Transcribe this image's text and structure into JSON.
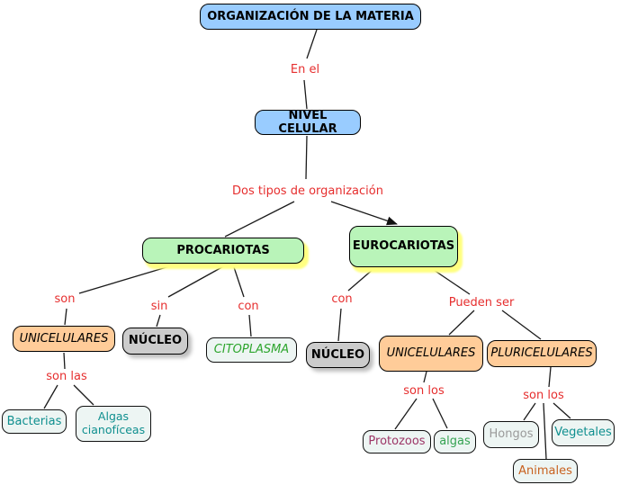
{
  "diagram_title": "ORGANIZACIÓN DE LA MATERIA",
  "nodes": {
    "organizacion_materia": {
      "label": "ORGANIZACIÓN DE LA MATERIA"
    },
    "nivel_celular": {
      "label": "NIVEL CELULAR"
    },
    "procariotas": {
      "label": "PROCARIOTAS"
    },
    "eurocariotas": {
      "label": "EUROCARIOTAS"
    },
    "unicelulares_proc": {
      "label": "UNICELULARES"
    },
    "nucleo_proc": {
      "label": "NÚCLEO"
    },
    "citoplasma": {
      "label": "CITOPLASMA"
    },
    "nucleo_euc": {
      "label": "NÚCLEO"
    },
    "unicelulares_euc": {
      "label": "UNICELULARES"
    },
    "pluricelulares": {
      "label": "PLURICELULARES"
    },
    "bacterias": {
      "label": "Bacterias"
    },
    "algas_cianoficeas": {
      "label": "Algas cianofíceas"
    },
    "protozoos": {
      "label": "Protozoos"
    },
    "algas": {
      "label": "algas"
    },
    "hongos": {
      "label": "Hongos"
    },
    "vegetales": {
      "label": "Vegetales"
    },
    "animales": {
      "label": "Animales"
    }
  },
  "link_labels": {
    "en_el": "En el",
    "dos_tipos": "Dos tipos de organización",
    "son": "son",
    "sin": "sin",
    "con_proc": "con",
    "con_euc": "con",
    "pueden_ser": "Pueden ser",
    "son_las": "son las",
    "son_los_uni": "son los",
    "son_los_pluri": "son los"
  },
  "edges": [
    {
      "from": "organizacion_materia",
      "label": "En el",
      "to": "nivel_celular",
      "arrow": false
    },
    {
      "from": "nivel_celular",
      "label": "Dos tipos de organización",
      "to": "procariotas",
      "arrow": false
    },
    {
      "from": "nivel_celular",
      "label": "Dos tipos de organización",
      "to": "eurocariotas",
      "arrow": true
    },
    {
      "from": "procariotas",
      "label": "son",
      "to": "unicelulares_proc",
      "arrow": false
    },
    {
      "from": "procariotas",
      "label": "sin",
      "to": "nucleo_proc",
      "arrow": false
    },
    {
      "from": "procariotas",
      "label": "con",
      "to": "citoplasma",
      "arrow": false
    },
    {
      "from": "eurocariotas",
      "label": "con",
      "to": "nucleo_euc",
      "arrow": false
    },
    {
      "from": "eurocariotas",
      "label": "Pueden ser",
      "to": "unicelulares_euc",
      "arrow": false
    },
    {
      "from": "eurocariotas",
      "label": "Pueden ser",
      "to": "pluricelulares",
      "arrow": false
    },
    {
      "from": "unicelulares_proc",
      "label": "son las",
      "to": "bacterias",
      "arrow": false
    },
    {
      "from": "unicelulares_proc",
      "label": "son las",
      "to": "algas_cianoficeas",
      "arrow": false
    },
    {
      "from": "unicelulares_euc",
      "label": "son los",
      "to": "protozoos",
      "arrow": false
    },
    {
      "from": "unicelulares_euc",
      "label": "son los",
      "to": "algas",
      "arrow": false
    },
    {
      "from": "pluricelulares",
      "label": "son los",
      "to": "hongos",
      "arrow": false
    },
    {
      "from": "pluricelulares",
      "label": "son los",
      "to": "vegetales",
      "arrow": false
    },
    {
      "from": "pluricelulares",
      "label": "son los",
      "to": "animales",
      "arrow": false
    }
  ],
  "colors": {
    "concept_fill_blue": "#99ccff",
    "concept_fill_green": "#b9f4b9",
    "concept_glow_yellow": "#ffff80",
    "concept_fill_orange": "#ffcc99",
    "concept_fill_gray": "#cccccc",
    "leaf_fill": "#edf5f3",
    "link_label_red": "#e62e2e",
    "teal_text": "#0f8f8f",
    "green_text": "#2da52d",
    "purple_text": "#9c3566",
    "gray_text": "#9a9a9a",
    "orange_text": "#c8611f",
    "line_color": "#1a1a1a"
  }
}
